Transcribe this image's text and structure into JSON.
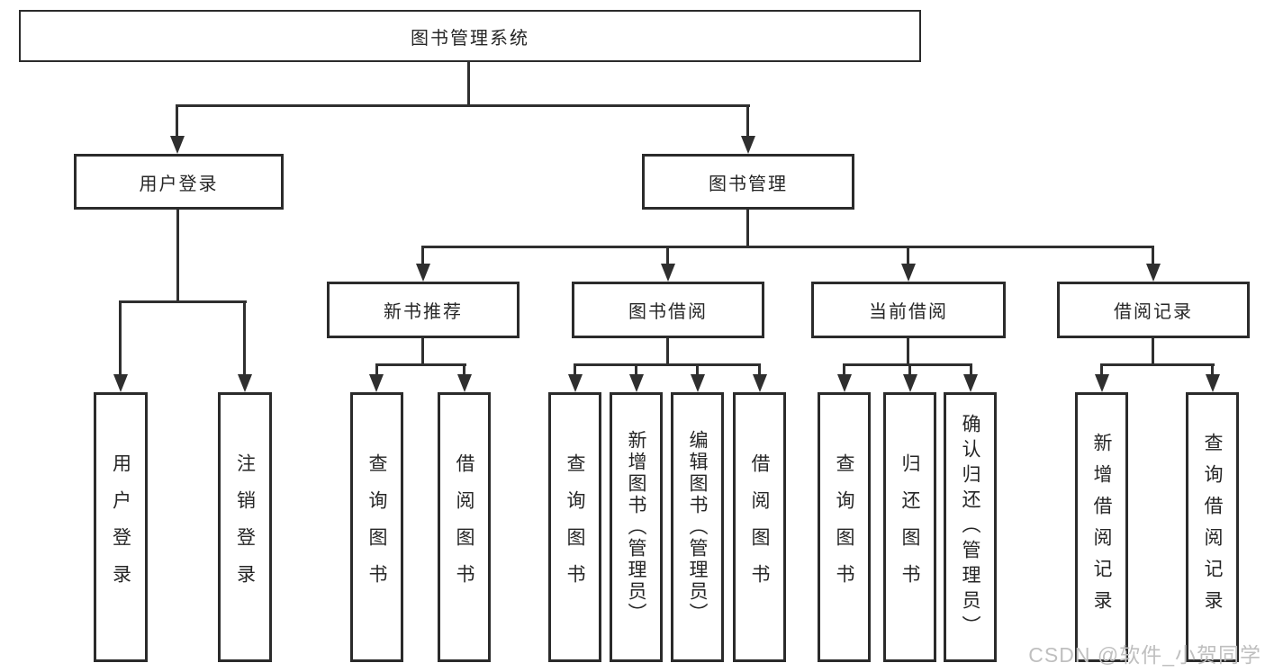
{
  "colors": {
    "line": "#2f2f2f",
    "ink": "#262626",
    "boxborder": "#2b2b2b",
    "watermark": "#bfbfbf",
    "bg": "#ffffff"
  },
  "root": {
    "label": "图书管理系统"
  },
  "level2": {
    "user_login": "用户登录",
    "book_management": "图书管理"
  },
  "level3": {
    "new_book_recommend": "新书推荐",
    "book_borrowing": "图书借阅",
    "current_borrowing": "当前借阅",
    "borrowing_records": "借阅记录"
  },
  "leaves": {
    "user_login": "用户登录",
    "logout": "注销登录",
    "nb_query_books": "查询图书",
    "nb_borrow_books": "借阅图书",
    "bb_query_books": "查询图书",
    "bb_add_books": "新增图书（管理员）",
    "bb_edit_books": "编辑图书（管理员）",
    "bb_borrow_books": "借阅图书",
    "cb_query_books": "查询图书",
    "cb_return_books": "归还图书",
    "cb_confirm_return": "确认归还（管理员）",
    "br_add_record": "新增借阅记录",
    "br_query_record": "查询借阅记录"
  },
  "watermark": "CSDN @软件_小贺同学"
}
